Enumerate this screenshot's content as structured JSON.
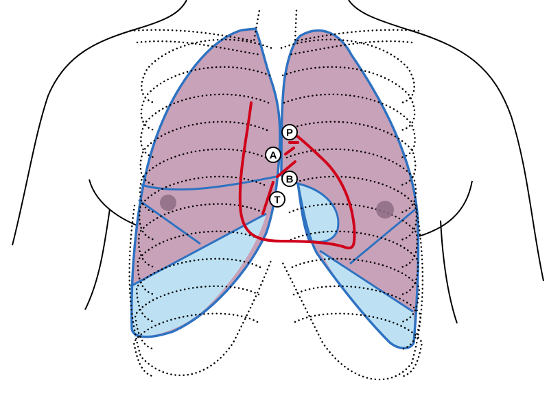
{
  "diagram": {
    "labels": [
      {
        "id": "P",
        "text": "P"
      },
      {
        "id": "A",
        "text": "A"
      },
      {
        "id": "B",
        "text": "B"
      },
      {
        "id": "T",
        "text": "T"
      }
    ],
    "colors": {
      "upper_lobe": "#c8a2b8",
      "lower_lobe": "#bde1f3",
      "lung_outline": "#2e72c2",
      "heart_outline": "#d0021b",
      "body_outline": "#000000",
      "nipple": "#8d6d84"
    }
  }
}
